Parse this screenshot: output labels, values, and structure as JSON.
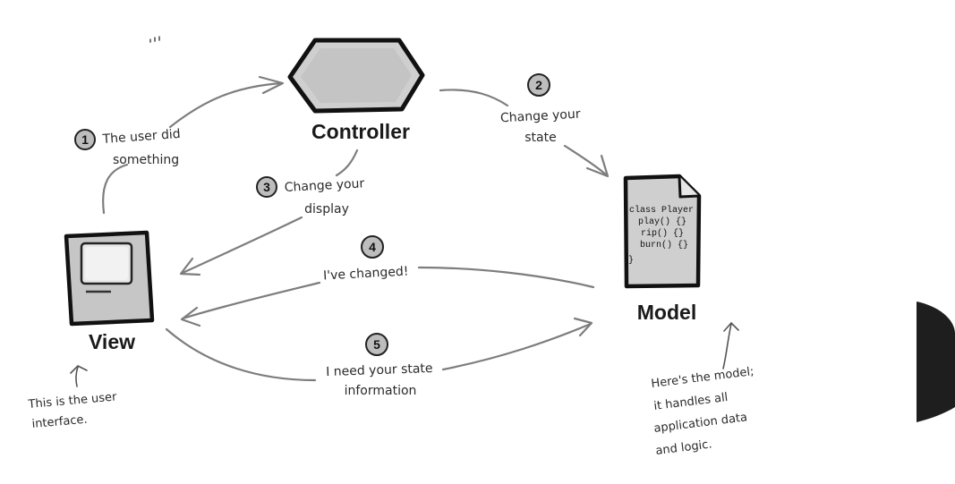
{
  "controller": {
    "title": "Controller"
  },
  "model": {
    "title": "Model",
    "code": [
      "class Player",
      "play() {}",
      "rip() {}",
      "burn() {}",
      "}"
    ]
  },
  "view": {
    "title": "View"
  },
  "steps": [
    {
      "num": "1",
      "lines": [
        "The user did",
        "something"
      ]
    },
    {
      "num": "2",
      "lines": [
        "Change your",
        "state"
      ]
    },
    {
      "num": "3",
      "lines": [
        "Change your",
        "display"
      ]
    },
    {
      "num": "4",
      "lines": [
        "I've changed!"
      ]
    },
    {
      "num": "5",
      "lines": [
        "I need your state",
        "information"
      ]
    }
  ],
  "notes": {
    "view_note": [
      "This is the user",
      "interface."
    ],
    "model_note": [
      "Here's the model;",
      "it handles all",
      "application data",
      "and logic."
    ]
  },
  "colors": {
    "arrow": "#7d7d7d",
    "step_circle": "#bdbdbd",
    "shape_fill": "#cfcfcf",
    "shape_outline": "#111111",
    "edge_blob": "#1e1e1e"
  }
}
